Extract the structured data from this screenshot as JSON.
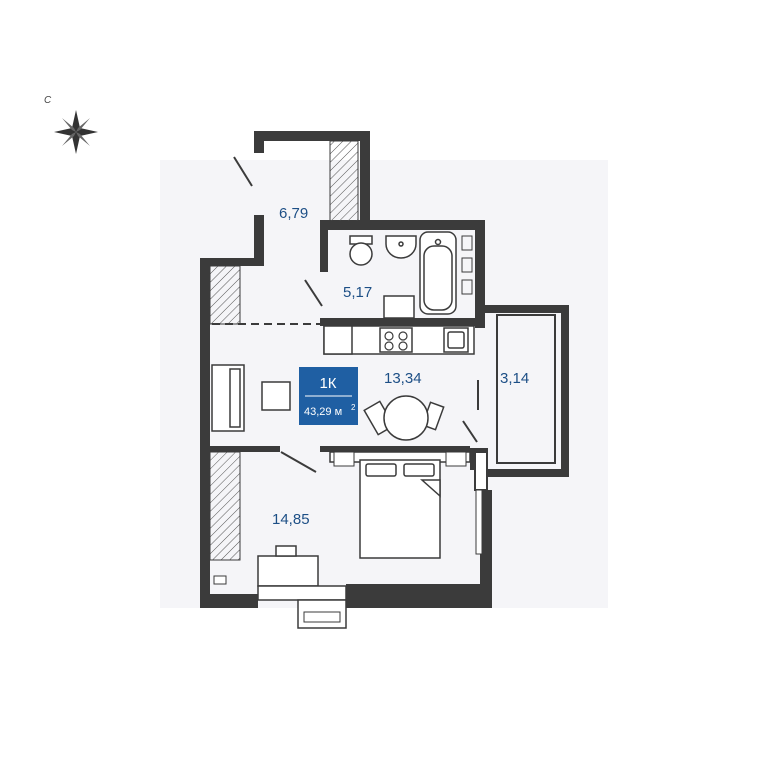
{
  "compass": {
    "letter": "C",
    "icon": "compass-rose-icon"
  },
  "badge": {
    "type": "1К",
    "area": "43,29 м",
    "area_sup": "2",
    "color": "#1f5fa3"
  },
  "rooms": {
    "storage": {
      "area": "6,79"
    },
    "bathroom": {
      "area": "5,17"
    },
    "kitchen_living": {
      "area": "13,34"
    },
    "balcony": {
      "area": "3,14"
    },
    "bedroom": {
      "area": "14,85"
    }
  },
  "colors": {
    "wall": "#3b3b3b",
    "floor": "#f5f5f8",
    "label": "#1d4f86"
  }
}
